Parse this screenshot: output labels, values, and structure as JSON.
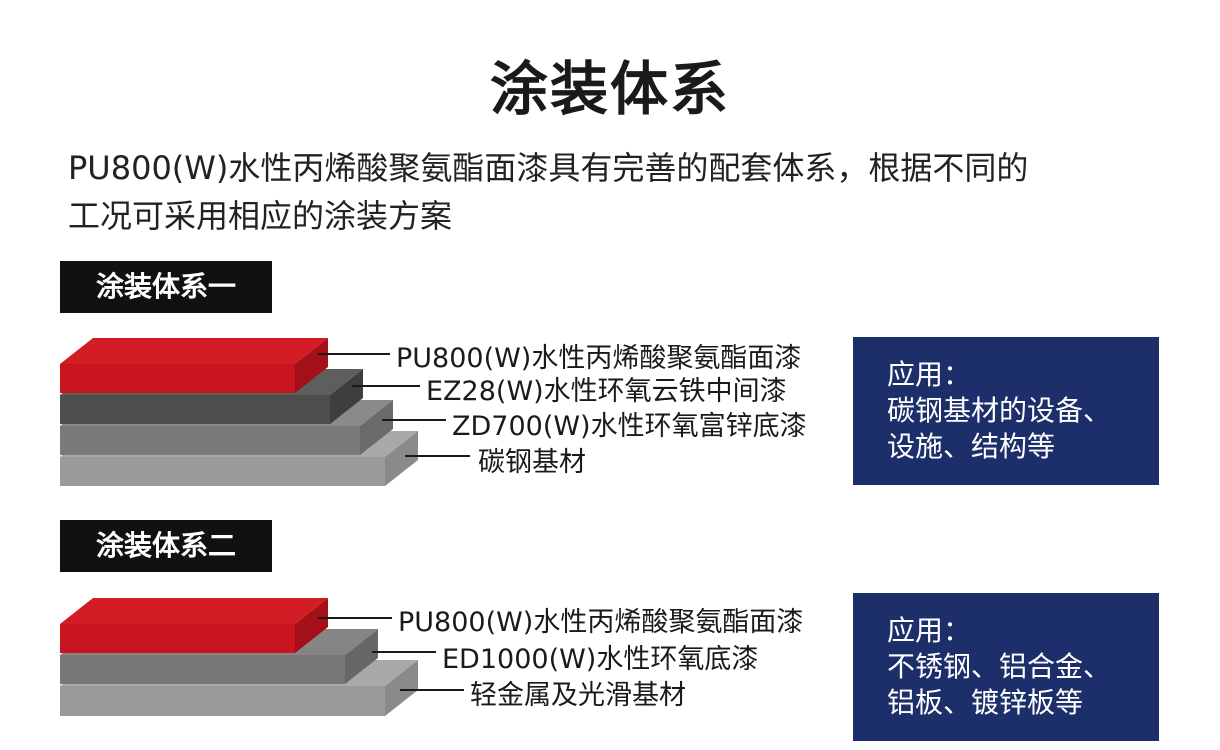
{
  "title": "涂装体系",
  "intro": {
    "line1": "PU800(W)水性丙烯酸聚氨酯面漆具有完善的配套体系，根据不同的",
    "line2": "工况可采用相应的涂装方案"
  },
  "systems": [
    {
      "tag": "涂装体系一",
      "layers": [
        "PU800(W)水性丙烯酸聚氨酯面漆",
        "EZ28(W)水性环氧云铁中间漆",
        "ZD700(W)水性环氧富锌底漆",
        "碳钢基材"
      ],
      "application": {
        "heading": "应用：",
        "line1": "碳钢基材的设备、",
        "line2": "设施、结构等"
      }
    },
    {
      "tag": "涂装体系二",
      "layers": [
        "PU800(W)水性丙烯酸聚氨酯面漆",
        "ED1000(W)水性环氧底漆",
        "轻金属及光滑基材"
      ],
      "application": {
        "heading": "应用：",
        "line1": "不锈钢、铝合金、",
        "line2": "铝板、镀锌板等"
      }
    }
  ],
  "colors": {
    "top_coat_red": "#c8141e",
    "dark_grey": "#4e4e4e",
    "mid_grey": "#777777",
    "light_grey": "#9a9a9a",
    "app_box_navy": "#1d2f6b",
    "tag_black": "#111111"
  }
}
